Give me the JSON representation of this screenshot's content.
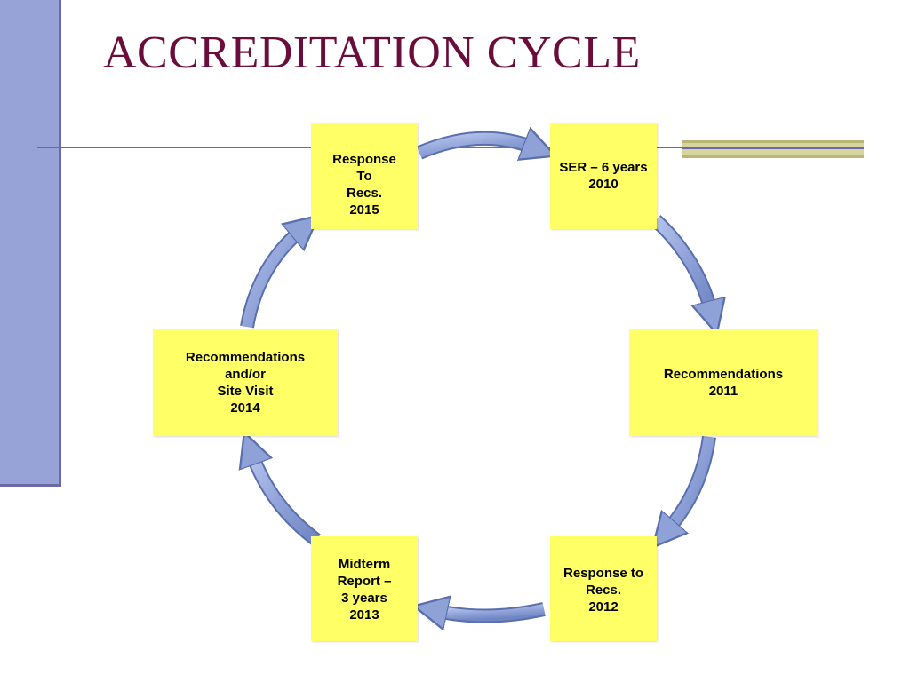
{
  "slide": {
    "title": "ACCREDITATION CYCLE"
  },
  "colors": {
    "title": "#6b0d3a",
    "box_fill": "#ffff66",
    "arrow_fill": "#8fa2d8",
    "arrow_stroke": "#5a6fae",
    "left_bar": "#97a2d6",
    "accent_bar": "#d7d49c"
  },
  "cycle": {
    "top_left": {
      "lines": [
        "Response",
        "To",
        "Recs.",
        "2015"
      ]
    },
    "top_right": {
      "lines": [
        "SER – 6 years",
        "2010"
      ]
    },
    "right": {
      "lines": [
        "Recommendations",
        "2011"
      ]
    },
    "bottom_right": {
      "lines": [
        "Response to",
        "Recs.",
        "2012"
      ]
    },
    "bottom_left": {
      "lines": [
        "Midterm",
        "Report –",
        "3 years",
        "2013"
      ]
    },
    "left": {
      "lines": [
        "Recommendations",
        "and/or",
        "Site Visit",
        "2014"
      ]
    }
  }
}
